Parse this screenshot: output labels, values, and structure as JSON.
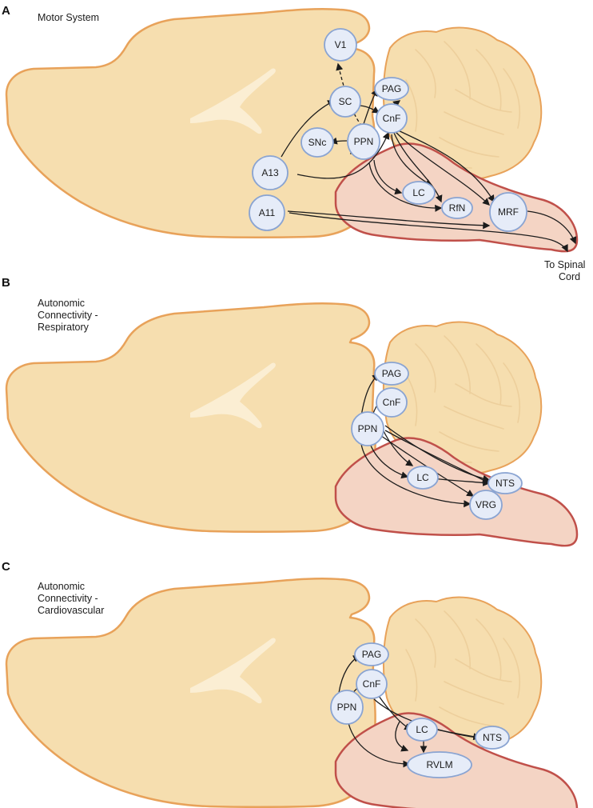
{
  "panels": [
    {
      "letter": "A",
      "title": [
        "Motor System"
      ],
      "nodes": {
        "V1": "V1",
        "SC": "SC",
        "PAG": "PAG",
        "CnF": "CnF",
        "SNc": "SNc",
        "PPN": "PPN",
        "A13": "A13",
        "A11": "A11",
        "LC": "LC",
        "RfN": "RfN",
        "MRF": "MRF"
      },
      "output_label": [
        "To Spinal",
        "Cord"
      ]
    },
    {
      "letter": "B",
      "title": [
        "Autonomic",
        "Connectivity -",
        "Respiratory"
      ],
      "nodes": {
        "PAG": "PAG",
        "CnF": "CnF",
        "PPN": "PPN",
        "LC": "LC",
        "NTS": "NTS",
        "VRG": "VRG"
      }
    },
    {
      "letter": "C",
      "title": [
        "Autonomic",
        "Connectivity -",
        "Cardiovascular"
      ],
      "nodes": {
        "PAG": "PAG",
        "CnF": "CnF",
        "PPN": "PPN",
        "LC": "LC",
        "NTS": "NTS",
        "RVLM": "RVLM"
      }
    }
  ],
  "colors": {
    "cortex_fill": "#f6deaf",
    "cortex_outline": "#e8a25a",
    "brainstem_fill": "#f4d4c4",
    "brainstem_outline": "#c0504a",
    "node_fill": "#e6ecf8",
    "node_outline": "#8aa4d2",
    "arrow": "#1c1c1c"
  }
}
